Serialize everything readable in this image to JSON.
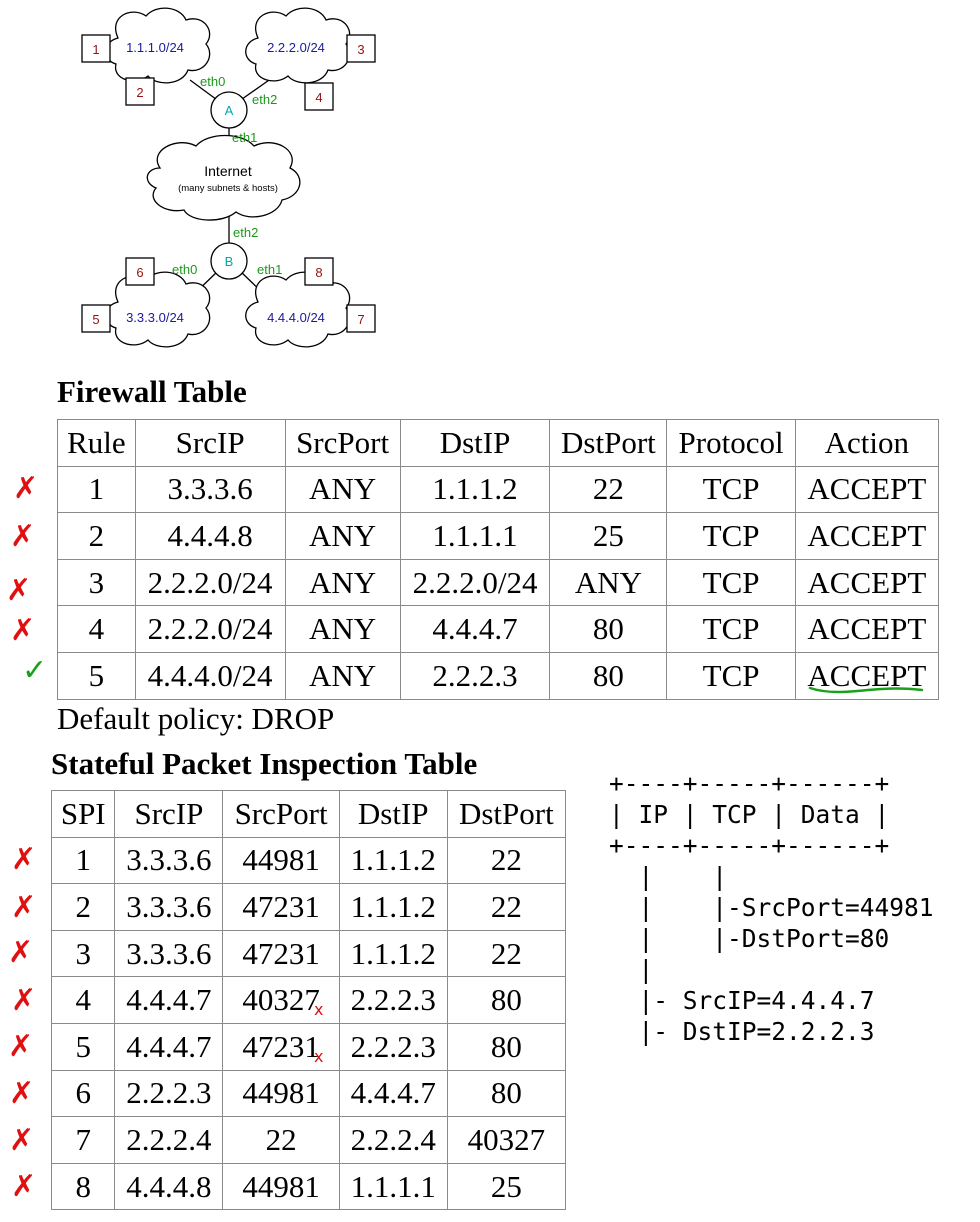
{
  "topology": {
    "subnets": {
      "top_left": "1.1.1.0/24",
      "top_right": "2.2.2.0/24",
      "bottom_left": "3.3.3.0/24",
      "bottom_right": "4.4.4.0/24"
    },
    "internet_label": "Internet",
    "internet_sublabel": "(many subnets & hosts)",
    "routers": {
      "a": "A",
      "b": "B"
    },
    "interfaces": {
      "a_eth0": "eth0",
      "a_eth1": "eth1",
      "a_eth2": "eth2",
      "b_eth0": "eth0",
      "b_eth1": "eth1",
      "b_eth2": "eth2"
    },
    "hosts": [
      "1",
      "2",
      "3",
      "4",
      "5",
      "6",
      "7",
      "8"
    ]
  },
  "firewall": {
    "title": "Firewall Table",
    "headers": [
      "Rule",
      "SrcIP",
      "SrcPort",
      "DstIP",
      "DstPort",
      "Protocol",
      "Action"
    ],
    "rows": [
      [
        "1",
        "3.3.3.6",
        "ANY",
        "1.1.1.2",
        "22",
        "TCP",
        "ACCEPT"
      ],
      [
        "2",
        "4.4.4.8",
        "ANY",
        "1.1.1.1",
        "25",
        "TCP",
        "ACCEPT"
      ],
      [
        "3",
        "2.2.2.0/24",
        "ANY",
        "2.2.2.0/24",
        "ANY",
        "TCP",
        "ACCEPT"
      ],
      [
        "4",
        "2.2.2.0/24",
        "ANY",
        "4.4.4.7",
        "80",
        "TCP",
        "ACCEPT"
      ],
      [
        "5",
        "4.4.4.0/24",
        "ANY",
        "2.2.2.3",
        "80",
        "TCP",
        "ACCEPT"
      ]
    ],
    "default_policy": "Default policy: DROP"
  },
  "spi": {
    "title": "Stateful Packet Inspection Table",
    "headers": [
      "SPI",
      "SrcIP",
      "SrcPort",
      "DstIP",
      "DstPort"
    ],
    "rows": [
      [
        "1",
        "3.3.3.6",
        "44981",
        "1.1.1.2",
        "22"
      ],
      [
        "2",
        "3.3.3.6",
        "47231",
        "1.1.1.2",
        "22"
      ],
      [
        "3",
        "3.3.3.6",
        "47231",
        "1.1.1.2",
        "22"
      ],
      [
        "4",
        "4.4.4.7",
        "40327",
        "2.2.2.3",
        "80"
      ],
      [
        "5",
        "4.4.4.7",
        "47231",
        "2.2.2.3",
        "80"
      ],
      [
        "6",
        "2.2.2.3",
        "44981",
        "4.4.4.7",
        "80"
      ],
      [
        "7",
        "2.2.2.4",
        "22",
        "2.2.2.4",
        "40327"
      ],
      [
        "8",
        "4.4.4.8",
        "44981",
        "1.1.1.1",
        "25"
      ]
    ]
  },
  "packet_ascii": [
    "+----+-----+------+",
    "| IP | TCP | Data |",
    "+----+-----+------+",
    "  |    |",
    "  |    |-SrcPort=44981",
    "  |    |-DstPort=80",
    "  |",
    "  |- SrcIP=4.4.4.7",
    "  |- DstIP=2.2.2.3"
  ],
  "annotations": {
    "cross": "✗",
    "check": "✓",
    "firewall_marks": [
      "cross",
      "cross",
      "cross",
      "cross",
      "check"
    ],
    "spi_marks": [
      "cross",
      "cross",
      "cross",
      "cross",
      "cross",
      "cross",
      "cross",
      "cross"
    ],
    "small_mark": "x",
    "colors": {
      "mark_red": "#e01010",
      "mark_green": "#1aa01a",
      "subnet_text": "#1a1a9a",
      "interface_text": "#1a9a1a",
      "router_text": "#00aaaa",
      "host_text": "#9a1010"
    }
  }
}
